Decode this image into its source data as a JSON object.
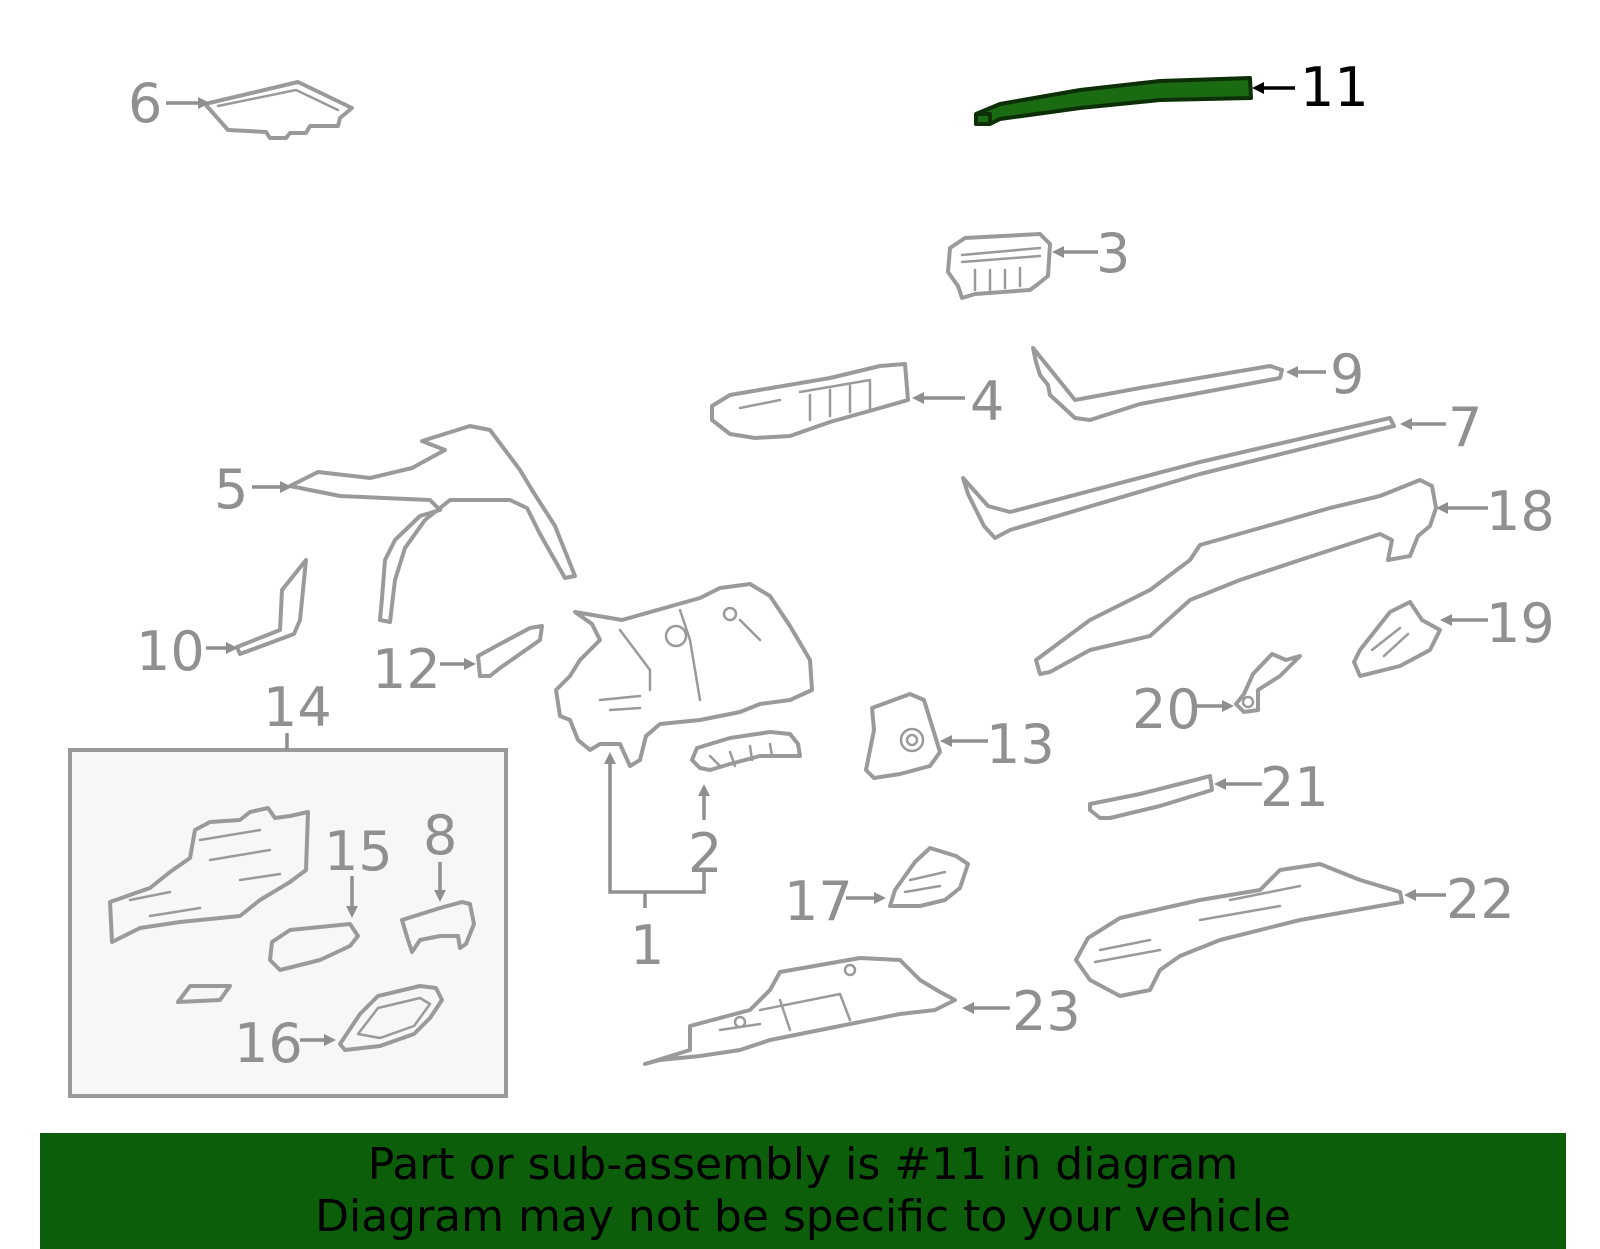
{
  "colors": {
    "highlight_fill": "#1a6b12",
    "line_gray": "#9a9a9a",
    "label_gray": "#909090",
    "highlight_label": "#000000",
    "banner_bg": "#0d5e0a",
    "subassembly_bg": "#f7f7f7"
  },
  "highlighted_part": "11",
  "callouts": [
    "1",
    "2",
    "3",
    "4",
    "5",
    "6",
    "7",
    "8",
    "9",
    "10",
    "11",
    "12",
    "13",
    "14",
    "15",
    "16",
    "17",
    "18",
    "19",
    "20",
    "21",
    "22",
    "23"
  ],
  "banner": {
    "line1": "Part or sub-assembly is #11 in diagram",
    "line2": "Diagram may not be specific to your vehicle"
  }
}
